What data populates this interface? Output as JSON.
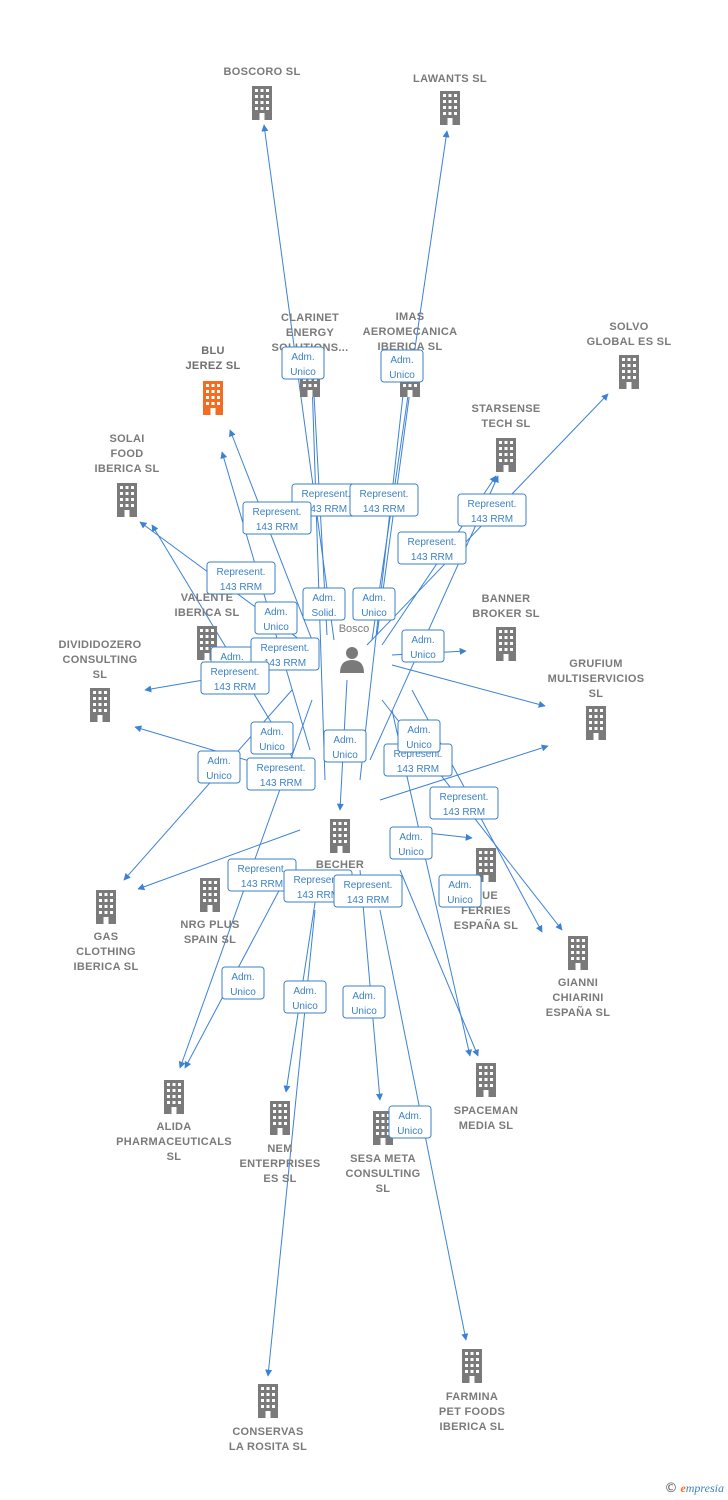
{
  "colors": {
    "edge": "#3b82d6",
    "building": "#7a7a7a",
    "highlight": "#f26d21",
    "relation": "#3b82c4"
  },
  "person": {
    "label": "Bosco",
    "icon": "person-icon"
  },
  "companies": [
    {
      "id": "boscoro",
      "lines": [
        "BOSCORO SL"
      ],
      "icon": "building-icon"
    },
    {
      "id": "lawants",
      "lines": [
        "LAWANTS SL"
      ],
      "icon": "building-icon"
    },
    {
      "id": "solvo",
      "lines": [
        "SOLVO",
        "GLOBAL ES SL"
      ],
      "icon": "building-icon"
    },
    {
      "id": "clarinet",
      "lines": [
        "CLARINET",
        "ENERGY",
        "SOLUTIONS..."
      ],
      "icon": "building-icon"
    },
    {
      "id": "imas",
      "lines": [
        "IMAS",
        "AEROMECANICA",
        "IBERICA SL"
      ],
      "icon": "building-icon"
    },
    {
      "id": "blu",
      "lines": [
        "BLU",
        "JEREZ SL"
      ],
      "icon": "building-icon",
      "highlight": true
    },
    {
      "id": "starsense",
      "lines": [
        "STARSENSE",
        "TECH SL"
      ],
      "icon": "building-icon"
    },
    {
      "id": "solai",
      "lines": [
        "SOLAI",
        "FOOD",
        "IBERICA SL"
      ],
      "icon": "building-icon"
    },
    {
      "id": "valente",
      "lines": [
        "VALENTE",
        "IBERICA SL"
      ],
      "icon": "building-icon"
    },
    {
      "id": "banner",
      "lines": [
        "BANNER",
        "BROKER SL"
      ],
      "icon": "building-icon"
    },
    {
      "id": "dividido",
      "lines": [
        "DIVIDIDOZERO",
        "CONSULTING",
        "SL"
      ],
      "icon": "building-icon"
    },
    {
      "id": "grufium",
      "lines": [
        "GRUFIUM",
        "MULTISERVICIOS",
        "SL"
      ],
      "icon": "building-icon"
    },
    {
      "id": "becher",
      "lines": [
        "BECHER"
      ],
      "icon": "building-icon"
    },
    {
      "id": "nrg",
      "lines": [
        "NRG PLUS",
        "SPAIN SL"
      ],
      "icon": "building-icon"
    },
    {
      "id": "gas",
      "lines": [
        "GAS",
        "CLOTHING",
        "IBERICA SL"
      ],
      "icon": "building-icon"
    },
    {
      "id": "bue",
      "lines": [
        "BUE",
        "FERRIES",
        "ESPAÑA SL"
      ],
      "icon": "building-icon"
    },
    {
      "id": "gianni",
      "lines": [
        "GIANNI",
        "CHIARINI",
        "ESPAÑA SL"
      ],
      "icon": "building-icon"
    },
    {
      "id": "alida",
      "lines": [
        "ALIDA",
        "PHARMACEUTICALS",
        "SL"
      ],
      "icon": "building-icon"
    },
    {
      "id": "nem",
      "lines": [
        "NEM",
        "ENTERPRISES",
        "ES SL"
      ],
      "icon": "building-icon"
    },
    {
      "id": "sesa",
      "lines": [
        "SESA META",
        "CONSULTING",
        "SL"
      ],
      "icon": "building-icon"
    },
    {
      "id": "spaceman",
      "lines": [
        "SPACEMAN",
        "MEDIA SL"
      ],
      "icon": "building-icon"
    },
    {
      "id": "farmina",
      "lines": [
        "FARMINA",
        "PET FOODS",
        "IBERICA SL"
      ],
      "icon": "building-icon"
    },
    {
      "id": "conservas",
      "lines": [
        "CONSERVAS",
        "LA ROSITA SL"
      ],
      "icon": "building-icon"
    }
  ],
  "relations": [
    {
      "lines": [
        "Adm.",
        "Unico"
      ]
    },
    {
      "lines": [
        "Adm.",
        "Unico"
      ]
    },
    {
      "lines": [
        "Represent.",
        "143 RRM"
      ]
    },
    {
      "lines": [
        "Represent.",
        "143 RRM"
      ]
    },
    {
      "lines": [
        "Represent.",
        "143 RRM"
      ]
    },
    {
      "lines": [
        "Represent.",
        "143 RRM"
      ]
    },
    {
      "lines": [
        "Represent.",
        "143 RRM"
      ]
    },
    {
      "lines": [
        "Represent.",
        "143 RRM"
      ]
    },
    {
      "lines": [
        "Adm.",
        "Unico"
      ]
    },
    {
      "lines": [
        "Adm.",
        "Solid."
      ]
    },
    {
      "lines": [
        "Adm.",
        "Unico"
      ]
    },
    {
      "lines": [
        "Adm.",
        "Unico"
      ]
    },
    {
      "lines": [
        "Represent.",
        "143 RRM"
      ]
    },
    {
      "lines": [
        "Adm.",
        "Unico"
      ]
    },
    {
      "lines": [
        "Represent.",
        "143 RRM"
      ]
    },
    {
      "lines": [
        "Adm.",
        "Unico"
      ]
    },
    {
      "lines": [
        "Adm.",
        "Unico"
      ]
    },
    {
      "lines": [
        "Represent.",
        "143 RRM"
      ]
    },
    {
      "lines": [
        "Adm.",
        "Unico"
      ]
    },
    {
      "lines": [
        "Represent.",
        "143 RRM"
      ]
    },
    {
      "lines": [
        "Represent.",
        "143 RRM"
      ]
    },
    {
      "lines": [
        "Adm.",
        "Unico"
      ]
    },
    {
      "lines": [
        "Represent.",
        "143 RRM"
      ]
    },
    {
      "lines": [
        "Represent.",
        "143 RRM"
      ]
    },
    {
      "lines": [
        "Represent.",
        "143 RRM"
      ]
    },
    {
      "lines": [
        "Adm.",
        "Unico"
      ]
    },
    {
      "lines": [
        "Adm.",
        "Unico"
      ]
    },
    {
      "lines": [
        "Adm.",
        "Unico"
      ]
    },
    {
      "lines": [
        "Adm.",
        "Unico"
      ]
    },
    {
      "lines": [
        "Adm.",
        "Unico"
      ]
    },
    {
      "lines": [
        "Adm.",
        "Unico"
      ]
    }
  ],
  "footer": {
    "copyright": "©",
    "brand_e": "e",
    "brand_rest": "mpresia"
  }
}
